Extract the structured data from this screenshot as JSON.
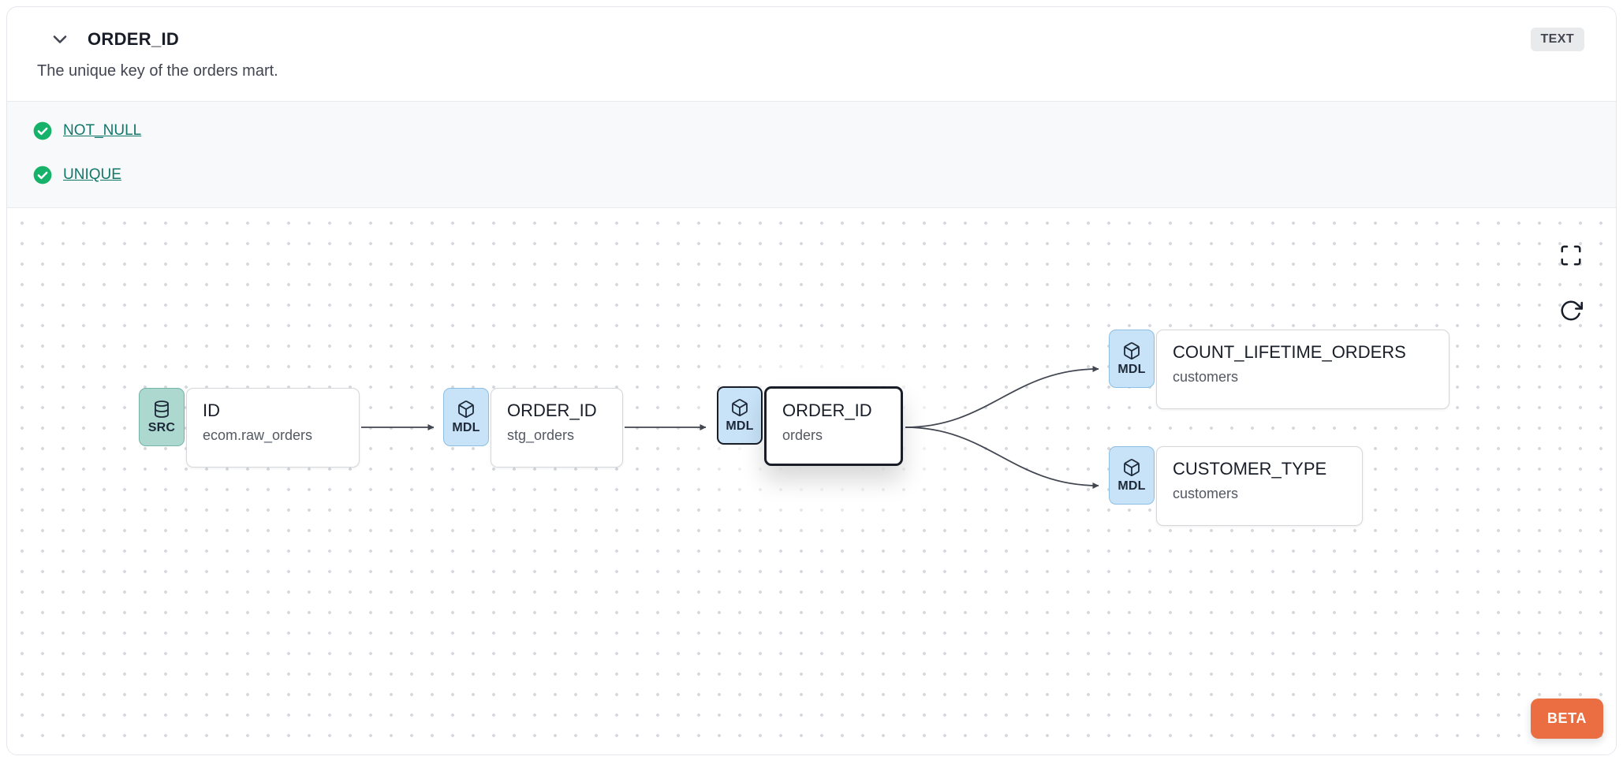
{
  "header": {
    "title": "ORDER_ID",
    "type_badge": "TEXT",
    "description": "The unique key of the orders mart."
  },
  "tests": [
    {
      "name": "NOT_NULL",
      "status": "pass"
    },
    {
      "name": "UNIQUE",
      "status": "pass"
    }
  ],
  "lineage": {
    "nodes": [
      {
        "kind": "SRC",
        "title": "ID",
        "subtitle": "ecom.raw_orders",
        "selected": false,
        "icon": "database-icon"
      },
      {
        "kind": "MDL",
        "title": "ORDER_ID",
        "subtitle": "stg_orders",
        "selected": false,
        "icon": "cube-icon"
      },
      {
        "kind": "MDL",
        "title": "ORDER_ID",
        "subtitle": "orders",
        "selected": true,
        "icon": "cube-icon"
      },
      {
        "kind": "MDL",
        "title": "COUNT_LIFETIME_ORDERS",
        "subtitle": "customers",
        "selected": false,
        "icon": "cube-icon"
      },
      {
        "kind": "MDL",
        "title": "CUSTOMER_TYPE",
        "subtitle": "customers",
        "selected": false,
        "icon": "cube-icon"
      }
    ],
    "beta_label": "BETA"
  },
  "colors": {
    "accent_teal": "#12776B",
    "pass_green": "#17B26A",
    "beta_orange": "#EA6E41",
    "src_badge_bg": "#ADD8D0",
    "mdl_badge_bg": "#C8E2F7",
    "selected_border": "#181D27",
    "edge": "#414651"
  }
}
